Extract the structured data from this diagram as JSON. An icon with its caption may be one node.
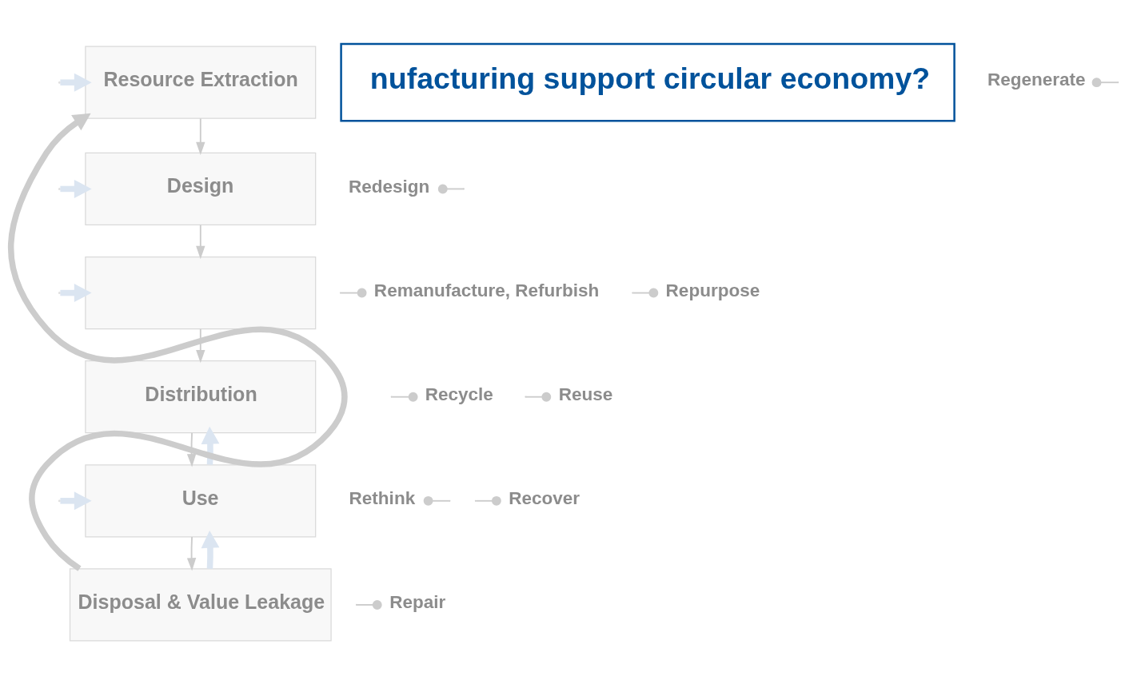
{
  "diagram": {
    "nodes": [
      {
        "text": [
          "Resource Extraction"
        ]
      },
      {
        "text": [
          "Design"
        ]
      },
      {
        "text": [],
        "shape": "box"
      },
      {
        "text": [
          "Distribution"
        ]
      },
      {
        "text": [
          "Use"
        ]
      },
      {
        "text": [
          "Disposal & Value Leakage"
        ]
      },
      {
        "text": [
          "nufacturing support circular economy?"
        ]
      },
      {
        "text": [
          "Regenerate"
        ]
      },
      {
        "text": [
          "Redesign"
        ]
      },
      {
        "text": [
          "Rethink"
        ]
      },
      {
        "text": [
          "Remanufacture, Refurbish"
        ]
      },
      {
        "text": [
          "Repurpose"
        ]
      },
      {
        "text": [
          "Recycle"
        ]
      },
      {
        "text": [
          "Reuse"
        ]
      },
      {
        "text": [
          "Recover"
        ]
      },
      {
        "text": [
          "Repair"
        ]
      }
    ],
    "edges": [
      {
        "from": 0,
        "to": 1,
        "arrow": "to"
      },
      {
        "from": 1,
        "to": 2,
        "arrow": "to"
      },
      {
        "from": 2,
        "to": 3,
        "arrow": "to"
      },
      {
        "from": 3,
        "to": 4,
        "arrow": "to"
      },
      {
        "from": 4,
        "to": 5,
        "arrow": "to"
      },
      {
        "from": null,
        "to": 0,
        "arrow": "to",
        "style": "thick",
        "color": "#dbe5f1"
      },
      {
        "from": null,
        "to": 1,
        "arrow": "to",
        "style": "thick",
        "color": "#dbe5f1"
      },
      {
        "from": null,
        "to": 4,
        "arrow": "to",
        "style": "thick",
        "color": "#dbe5f1"
      },
      {
        "from": 5,
        "to": 0,
        "arrow": "to",
        "style": "thick"
      },
      {
        "from": 5,
        "to": 4,
        "arrow": "to",
        "style": "thick",
        "color": "#dbe5f1"
      },
      {
        "from": 4,
        "to": 3,
        "arrow": "to",
        "style": "thick",
        "color": "#dbe5f1"
      },
      {
        "from": null,
        "to": 2,
        "arrow": "to",
        "style": "thick",
        "color": "#dbe5f1"
      },
      {
        "from": 7,
        "to": null,
        "arrow": "other"
      },
      {
        "from": 8,
        "to": null,
        "arrow": "other"
      },
      {
        "from": 9,
        "to": null,
        "arrow": "other"
      },
      {
        "from": 10,
        "to": null,
        "arrow": "other"
      },
      {
        "from": 11,
        "to": null,
        "arrow": "other"
      },
      {
        "from": 12,
        "to": null,
        "arrow": "other"
      },
      {
        "from": 13,
        "to": null,
        "arrow": "other"
      },
      {
        "from": 14,
        "to": null,
        "arrow": "other"
      },
      {
        "from": 15,
        "to": null,
        "arrow": "other"
      }
    ]
  }
}
